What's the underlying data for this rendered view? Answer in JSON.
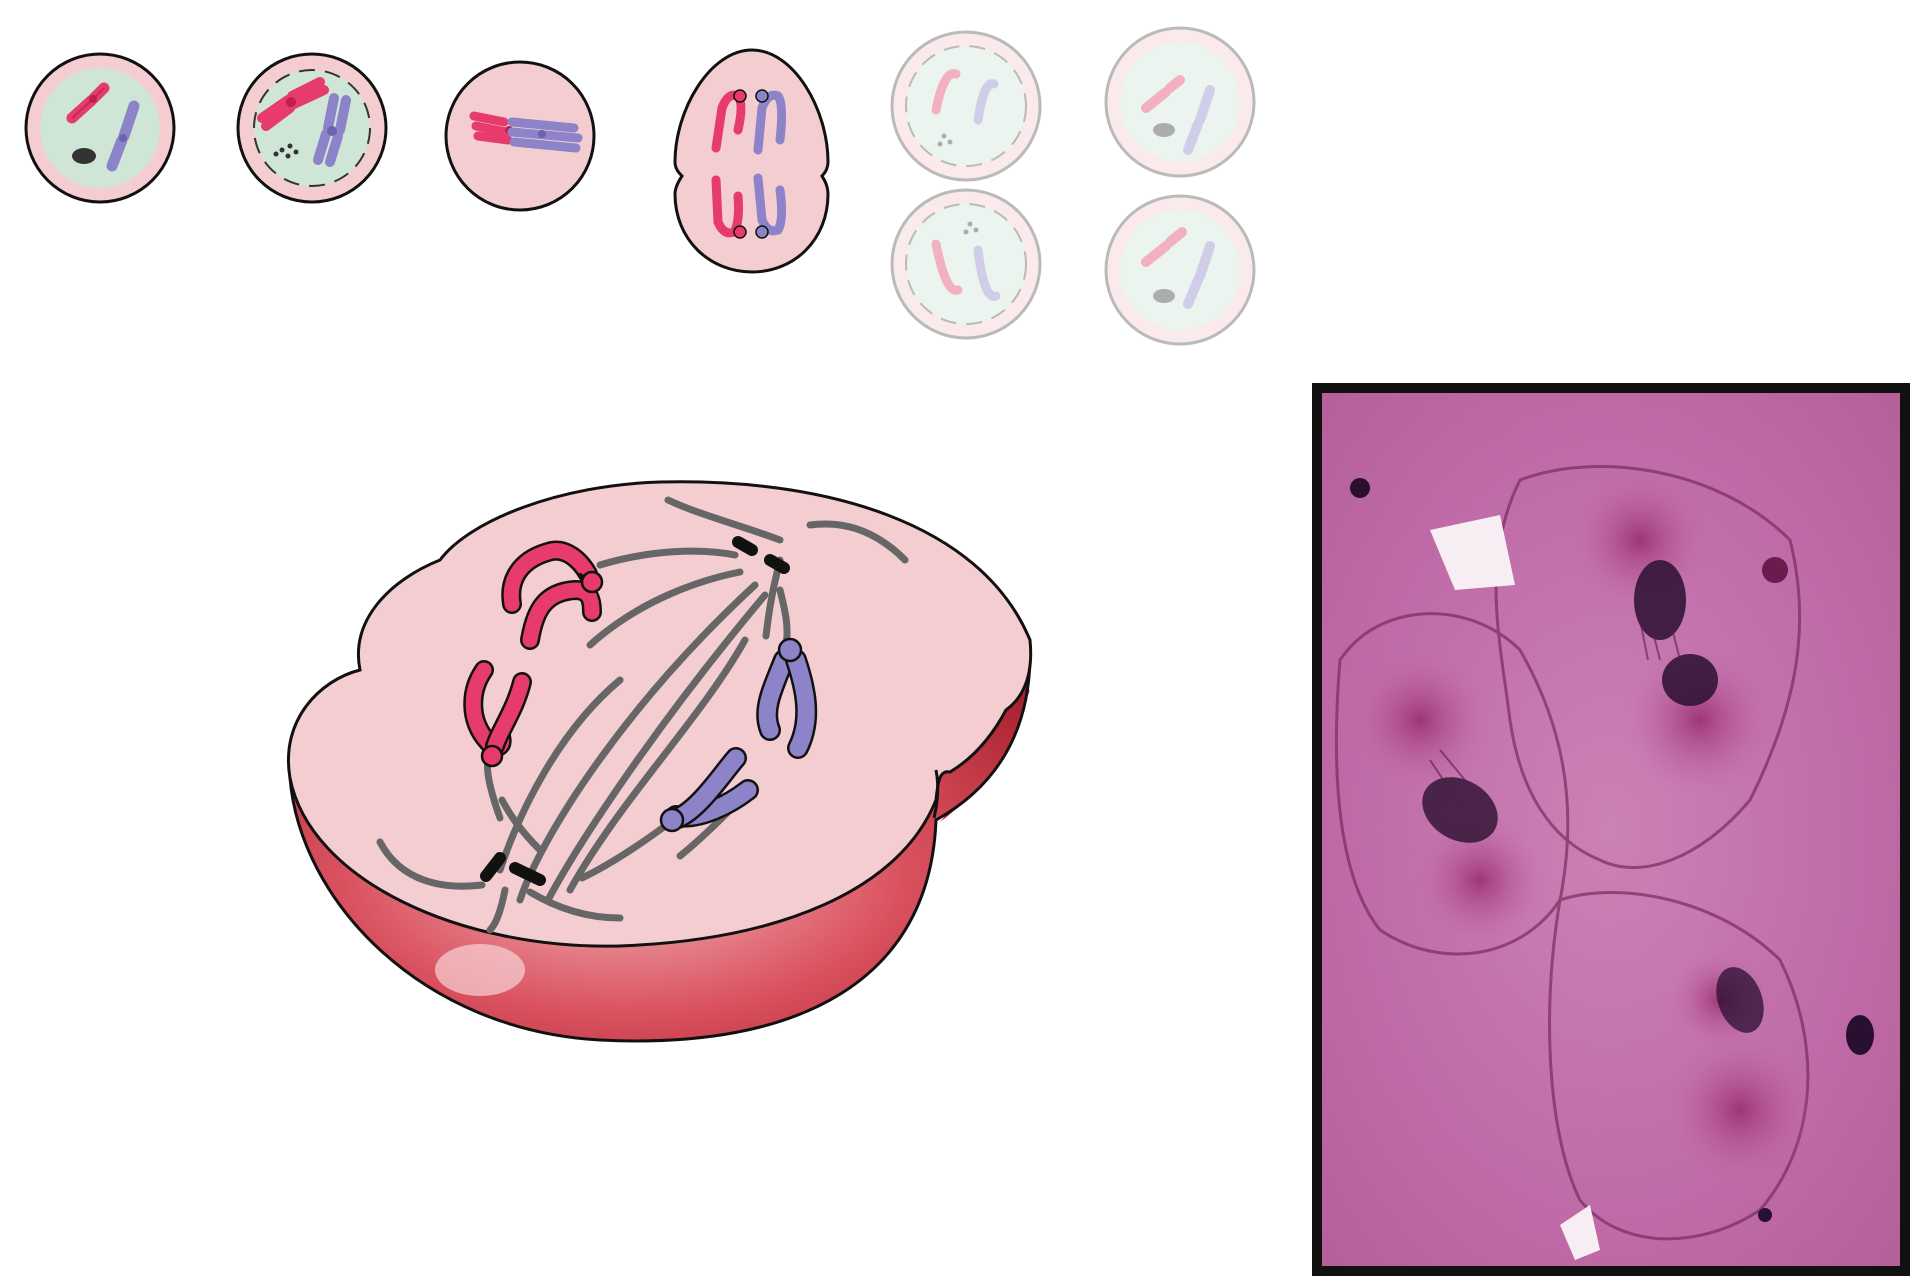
{
  "colors": {
    "cytoplasm": "#f4cdd0",
    "nucleus": "#cfe6d6",
    "maternal_chromosome": "#e63b6b",
    "paternal_chromosome": "#8c83c9",
    "spindle": "#666666",
    "cell_wall_3d": "#cf4050",
    "micrograph_stain": "#c46aa6"
  },
  "stages": [
    {
      "id": "interphase",
      "active": true
    },
    {
      "id": "prophase",
      "active": true
    },
    {
      "id": "metaphase",
      "active": true
    },
    {
      "id": "anaphase",
      "active": true
    },
    {
      "id": "telophase",
      "active": false
    },
    {
      "id": "daughter-cells",
      "active": false
    }
  ],
  "main_figure": {
    "stage": "anaphase",
    "icons": [
      "cell-3d-cutaway-icon",
      "spindle-fibers-icon",
      "centrosome-icon",
      "chromosome-icon"
    ]
  },
  "micrograph": {
    "stain": "pink",
    "icon": "micrograph-anaphase-icon"
  }
}
